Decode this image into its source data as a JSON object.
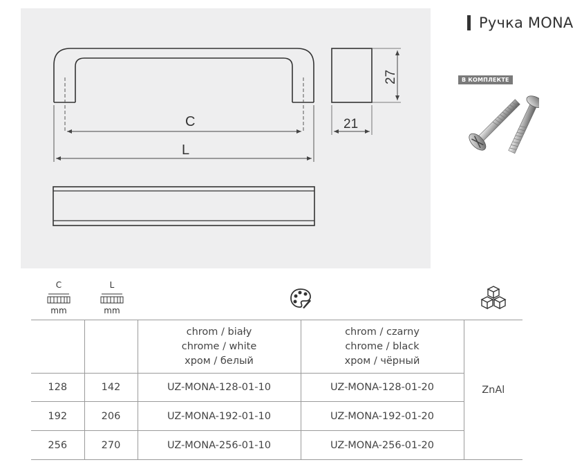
{
  "product": {
    "title": "Ручка MONA",
    "kit_badge": "В КОМПЛЕКТЕ"
  },
  "drawing": {
    "dim_c": "C",
    "dim_l": "L",
    "dim_height": "27",
    "dim_depth": "21"
  },
  "table_header": {
    "c_letter": "C",
    "c_unit": "mm",
    "l_letter": "L",
    "l_unit": "mm",
    "palette_icon": "palette-icon",
    "material_icon": "cubes-icon"
  },
  "finishes": [
    {
      "line1": "chrom / biały",
      "line2": "chrome / white",
      "line3": "хром / белый"
    },
    {
      "line1": "chrom / czarny",
      "line2": "chrome / black",
      "line3": "хром / чёрный"
    }
  ],
  "material": "ZnAl",
  "rows": [
    {
      "c": "128",
      "l": "142",
      "code_white": "UZ-MONA-128-01-10",
      "code_black": "UZ-MONA-128-01-20"
    },
    {
      "c": "192",
      "l": "206",
      "code_white": "UZ-MONA-192-01-10",
      "code_black": "UZ-MONA-192-01-20"
    },
    {
      "c": "256",
      "l": "270",
      "code_white": "UZ-MONA-256-01-10",
      "code_black": "UZ-MONA-256-01-20"
    }
  ]
}
